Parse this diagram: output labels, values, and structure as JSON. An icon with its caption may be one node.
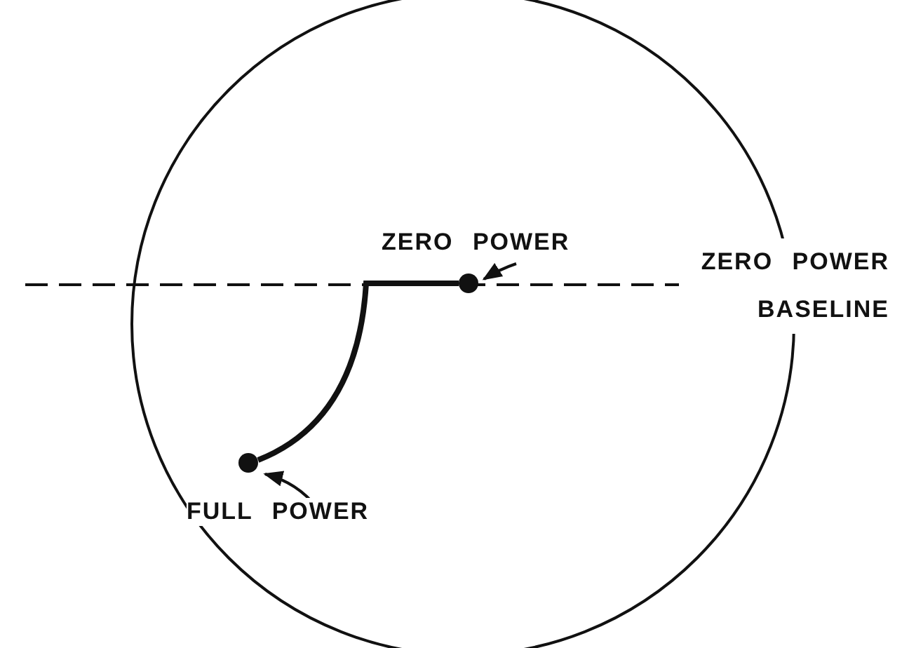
{
  "diagram": {
    "nodes": [
      {
        "text": [
          "ZERO POWER"
        ]
      },
      {
        "text": [],
        "shape": "circle"
      },
      {
        "text": [
          "FULL POWER"
        ]
      },
      {
        "text": [],
        "shape": "circle"
      }
    ],
    "edges": [
      {
        "from": 0,
        "to": 1,
        "arrow": "to"
      },
      {
        "from": 2,
        "to": 3,
        "arrow": "to"
      },
      {
        "from": 1,
        "to": 3,
        "arrow": "none",
        "style": "thick"
      }
    ],
    "labels": [
      "ZERO POWER BASELINE"
    ]
  }
}
